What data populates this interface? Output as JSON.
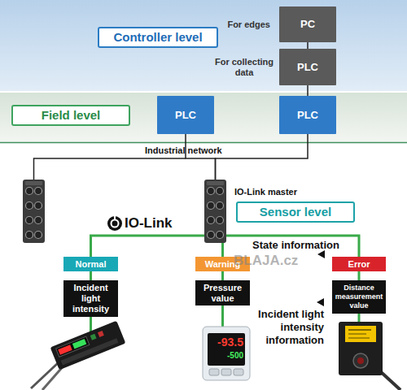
{
  "diagram": {
    "nodes": [
      {
        "text": [
          "Controller level"
        ]
      },
      {
        "text": [
          "PC"
        ]
      },
      {
        "text": [
          "PLC"
        ]
      },
      {
        "text": [
          "Field level"
        ]
      },
      {
        "text": [
          "PLC"
        ]
      },
      {
        "text": [
          "PLC"
        ]
      },
      {
        "text": [
          "IO-Link master"
        ]
      },
      {
        "text": [
          "Sensor level"
        ]
      },
      {
        "text": [
          "Normal"
        ]
      },
      {
        "text": [
          "Warning"
        ]
      },
      {
        "text": [
          "Error"
        ]
      },
      {
        "text": [
          "Incident light intensity"
        ]
      },
      {
        "text": [
          "Pressure value"
        ]
      },
      {
        "text": [
          "Distance measurement value"
        ]
      }
    ],
    "edges": [
      {
        "from": 1,
        "to": 2,
        "arrow": "none"
      },
      {
        "from": 2,
        "to": 5,
        "arrow": "none"
      },
      {
        "from": 4,
        "to": 6,
        "arrow": "none"
      },
      {
        "from": 5,
        "to": 6,
        "arrow": "none"
      },
      {
        "from": 6,
        "to": 8,
        "arrow": "none"
      },
      {
        "from": 6,
        "to": 9,
        "arrow": "none"
      },
      {
        "from": 6,
        "to": 10,
        "arrow": "none"
      },
      {
        "from": 8,
        "to": 11,
        "arrow": "none"
      },
      {
        "from": 9,
        "to": 12,
        "arrow": "none"
      },
      {
        "from": 10,
        "to": 13,
        "arrow": "none"
      }
    ],
    "labels": [
      "For edges",
      "For collecting data",
      "Industrial network",
      "IO-Link",
      "State information",
      "Incident light intensity information",
      "BLAJA.cz",
      "-93.5",
      "-500"
    ]
  }
}
